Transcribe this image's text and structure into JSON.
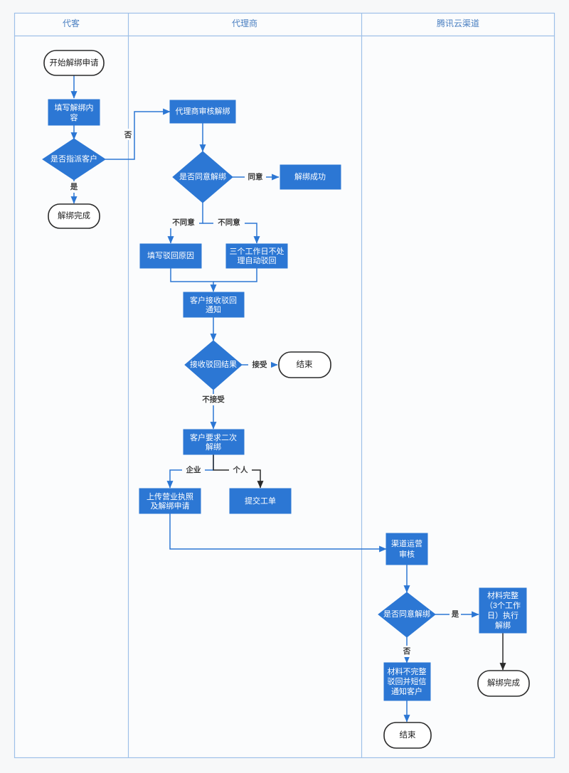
{
  "diagram": {
    "title_bar_visible": false,
    "background_color": "#f7f8f9",
    "accent_color": "#2c77d4",
    "lane_border_color": "#9ec0e8",
    "lanes": [
      {
        "id": "lane-daike",
        "label": "代客"
      },
      {
        "id": "lane-agent",
        "label": "代理商"
      },
      {
        "id": "lane-channel",
        "label": "腾讯云渠道"
      }
    ],
    "nodes": [
      {
        "id": "n1",
        "shape": "terminator",
        "lane": 0,
        "label": "开始解绑申请"
      },
      {
        "id": "n2",
        "shape": "process",
        "lane": 0,
        "label": "填写解绑内容"
      },
      {
        "id": "n3",
        "shape": "decision",
        "lane": 0,
        "label": "是否指派客户"
      },
      {
        "id": "n4",
        "shape": "terminator",
        "lane": 0,
        "label": "解绑完成"
      },
      {
        "id": "n5",
        "shape": "process",
        "lane": 1,
        "label": "代理商审核解绑"
      },
      {
        "id": "n6",
        "shape": "decision",
        "lane": 1,
        "label": "是否同意解绑"
      },
      {
        "id": "n7",
        "shape": "process",
        "lane": 1,
        "label": "解绑成功"
      },
      {
        "id": "n8",
        "shape": "process",
        "lane": 1,
        "label": "填写驳回原因"
      },
      {
        "id": "n9",
        "shape": "process",
        "lane": 1,
        "label": "三个工作日不处理自动驳回"
      },
      {
        "id": "n10",
        "shape": "process",
        "lane": 1,
        "label": "客户接收驳回通知"
      },
      {
        "id": "n11",
        "shape": "decision",
        "lane": 1,
        "label": "接收驳回结果"
      },
      {
        "id": "n12",
        "shape": "terminator",
        "lane": 1,
        "label": "结束"
      },
      {
        "id": "n13",
        "shape": "process",
        "lane": 1,
        "label": "客户要求二次解绑"
      },
      {
        "id": "n14",
        "shape": "process",
        "lane": 1,
        "label": "上传营业执照及解绑申请"
      },
      {
        "id": "n15",
        "shape": "process",
        "lane": 1,
        "label": "提交工单"
      },
      {
        "id": "n16",
        "shape": "process",
        "lane": 2,
        "label": "渠道运营审核"
      },
      {
        "id": "n17",
        "shape": "decision",
        "lane": 2,
        "label": "是否同意解绑"
      },
      {
        "id": "n18",
        "shape": "process",
        "lane": 2,
        "label": "材料完整（3个工作日）执行解绑"
      },
      {
        "id": "n19",
        "shape": "terminator",
        "lane": 2,
        "label": "解绑完成"
      },
      {
        "id": "n20",
        "shape": "process",
        "lane": 2,
        "label": "材料不完整驳回并短信通知客户"
      },
      {
        "id": "n21",
        "shape": "terminator",
        "lane": 2,
        "label": "结束"
      }
    ],
    "node_lines": {
      "n2": [
        "填写解绑内",
        "容"
      ],
      "n9": [
        "三个工作日不处",
        "理自动驳回"
      ],
      "n10": [
        "客户接收驳回",
        "通知"
      ],
      "n13": [
        "客户要求二次",
        "解绑"
      ],
      "n14": [
        "上传营业执照",
        "及解绑申请"
      ],
      "n16": [
        "渠道运营",
        "审核"
      ],
      "n18": [
        "材料完整",
        "（3个工作",
        "日）执行",
        "解绑"
      ],
      "n20": [
        "材料不完整",
        "驳回并短信",
        "通知客户"
      ]
    },
    "edge_labels": {
      "e_n3_no": "否",
      "e_n3_yes": "是",
      "e_n6_agree": "同意",
      "e_n6_disagree_left": "不同意",
      "e_n6_disagree_right": "不同意",
      "e_n11_accept": "接受",
      "e_n11_reject": "不接受",
      "e_n13_company": "企业",
      "e_n13_person": "个人",
      "e_n17_yes": "是",
      "e_n17_no": "否"
    }
  }
}
